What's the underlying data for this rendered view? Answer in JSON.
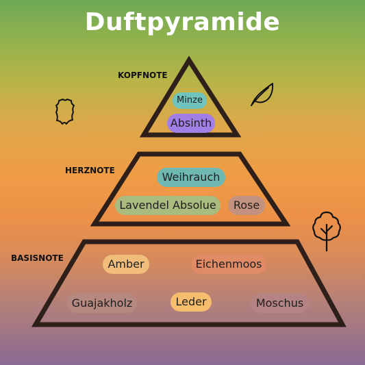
{
  "title": "Duftpyramide",
  "tiers": [
    {
      "label": "KOPFNOTE",
      "notes": [
        {
          "name": "Minze",
          "color": "#6fc2bd"
        },
        {
          "name": "Absinth",
          "color": "#a27fe6"
        }
      ]
    },
    {
      "label": "HERZNOTE",
      "notes": [
        {
          "name": "Weihrauch",
          "color": "#6fb8b2"
        },
        {
          "name": "Lavendel Absolue",
          "color": "#a9bb7e"
        },
        {
          "name": "Rose",
          "color": "#c2917f"
        }
      ]
    },
    {
      "label": "BASISNOTE",
      "notes": [
        {
          "name": "Amber",
          "color": "#f2bd7a"
        },
        {
          "name": "Eichenmoos",
          "color": "#e08a66"
        },
        {
          "name": "Guajakholz",
          "color": "#b58980"
        },
        {
          "name": "Leder",
          "color": "#f5bd6d"
        },
        {
          "name": "Moschus",
          "color": "#b58383"
        }
      ]
    }
  ],
  "icons": [
    "leather-icon",
    "leaf-icon",
    "tree-icon"
  ],
  "colors": {
    "outline": "#2e1f1a",
    "title": "#ffffff"
  }
}
